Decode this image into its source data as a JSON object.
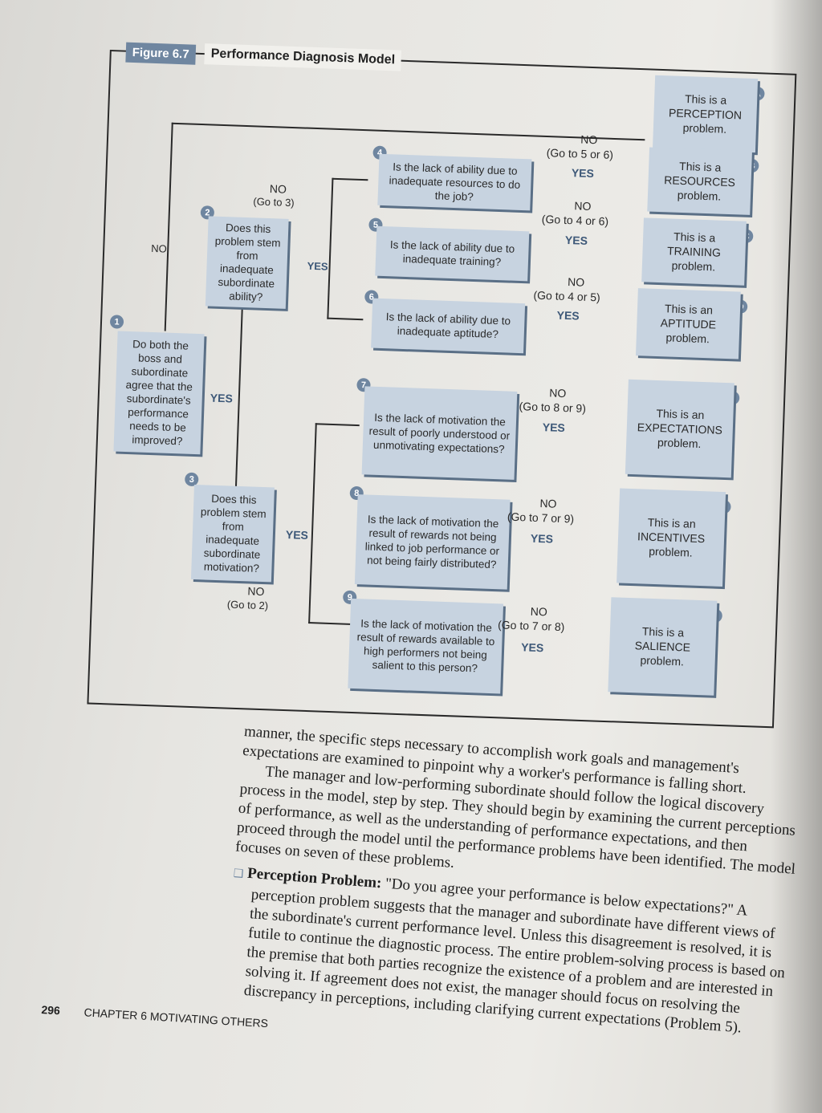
{
  "figure": {
    "label": "Figure 6.7",
    "title": "Performance Diagnosis Model"
  },
  "questions": [
    {
      "num": "1",
      "text": "Do both the boss and subordinate agree that the subordinate's performance needs to be improved?"
    },
    {
      "num": "2",
      "text": "Does this problem stem from inadequate subordinate ability?"
    },
    {
      "num": "3",
      "text": "Does this problem stem from inadequate subordinate motivation?"
    },
    {
      "num": "4",
      "text": "Is the lack of ability due to inadequate resources to do the job?"
    },
    {
      "num": "5",
      "text": "Is the lack of ability due to inadequate training?"
    },
    {
      "num": "6",
      "text": "Is the lack of ability due to inadequate aptitude?"
    },
    {
      "num": "7",
      "text": "Is the lack of motivation the result of poorly understood or unmotivating expectations?"
    },
    {
      "num": "8",
      "text": "Is the lack of motivation the result of rewards not being linked to job performance or not being fairly distributed?"
    },
    {
      "num": "9",
      "text": "Is the lack of motivation the result of rewards available to high performers not being salient to this person?"
    }
  ],
  "results": [
    {
      "letter": "A",
      "text": "This is a PERCEPTION problem."
    },
    {
      "letter": "B",
      "text": "This is a RESOURCES problem."
    },
    {
      "letter": "C",
      "text": "This is a TRAINING problem."
    },
    {
      "letter": "D",
      "text": "This is an APTITUDE problem."
    },
    {
      "letter": "E",
      "text": "This is an EXPECTATIONS problem."
    },
    {
      "letter": "F",
      "text": "This is an INCENTIVES problem."
    },
    {
      "letter": "G",
      "text": "This is a SALIENCE problem."
    }
  ],
  "labels": {
    "no": "NO",
    "yes": "YES",
    "go3": "(Go to 3)",
    "go2": "(Go to 2)",
    "go56": "(Go to 5 or 6)",
    "go46": "(Go to 4 or 6)",
    "go45": "(Go to 4 or 5)",
    "go89": "(Go to 8 or 9)",
    "go79": "(Go to 7 or 9)",
    "go78": "(Go to 7 or 8)"
  },
  "body": {
    "p1": "manner, the specific steps necessary to accomplish work goals and management's expectations are examined to pinpoint why a worker's performance is falling short.",
    "p2": "The manager and low-performing subordinate should follow the logical discovery process in the model, step by step. They should begin by examining the current perceptions of performance, as well as the understanding of performance expectations, and then proceed through the model until the performance problems have been identified. The model focuses on seven of these problems.",
    "bullet_head": "Perception Problem:",
    "bullet_text": " \"Do you agree your performance is below expectations?\" A perception problem suggests that the manager and subordinate have different views of the subordinate's current performance level. Unless this disagreement is resolved, it is futile to continue the diagnostic process. The entire problem-solving process is based on the premise that both parties recognize the existence of a problem and are interested in solving it. If agreement does not exist, the manager should focus on resolving the discrepancy in perceptions, including clarifying current expectations (Problem 5)."
  },
  "footer": {
    "page_number": "296",
    "chapter": "CHAPTER 6 MOTIVATING OTHERS"
  }
}
